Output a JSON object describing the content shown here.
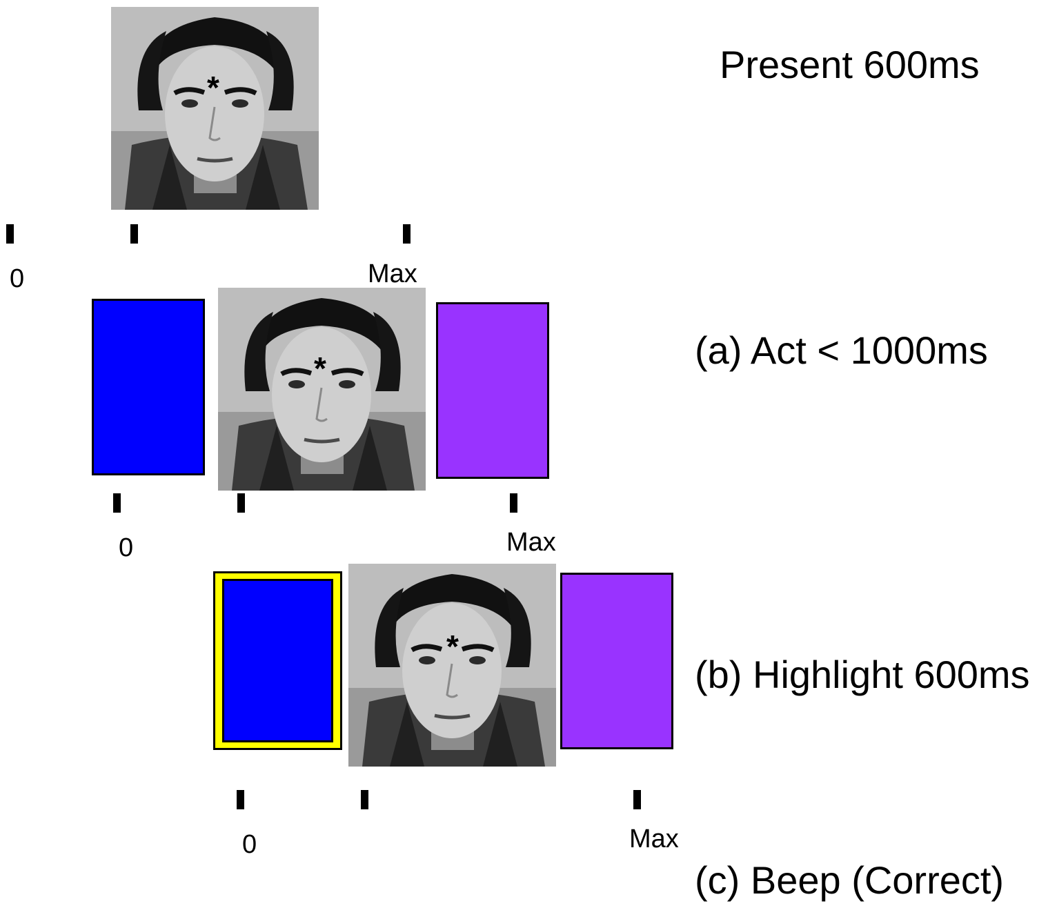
{
  "steps": [
    {
      "label": "Present 600ms"
    },
    {
      "label": "(a) Act < 1000ms"
    },
    {
      "label": "(b) Highlight 600ms"
    },
    {
      "label": "(c) Beep (Correct)"
    }
  ],
  "scales": [
    {
      "min_label": "0",
      "max_label": "Max"
    },
    {
      "min_label": "0",
      "max_label": "Max"
    },
    {
      "min_label": "0",
      "max_label": "Max"
    }
  ],
  "fixation_marker": "*",
  "colors": {
    "left_option": "#0000ff",
    "right_option": "#9933ff",
    "highlight": "#ffff00",
    "tick": "#000000"
  }
}
